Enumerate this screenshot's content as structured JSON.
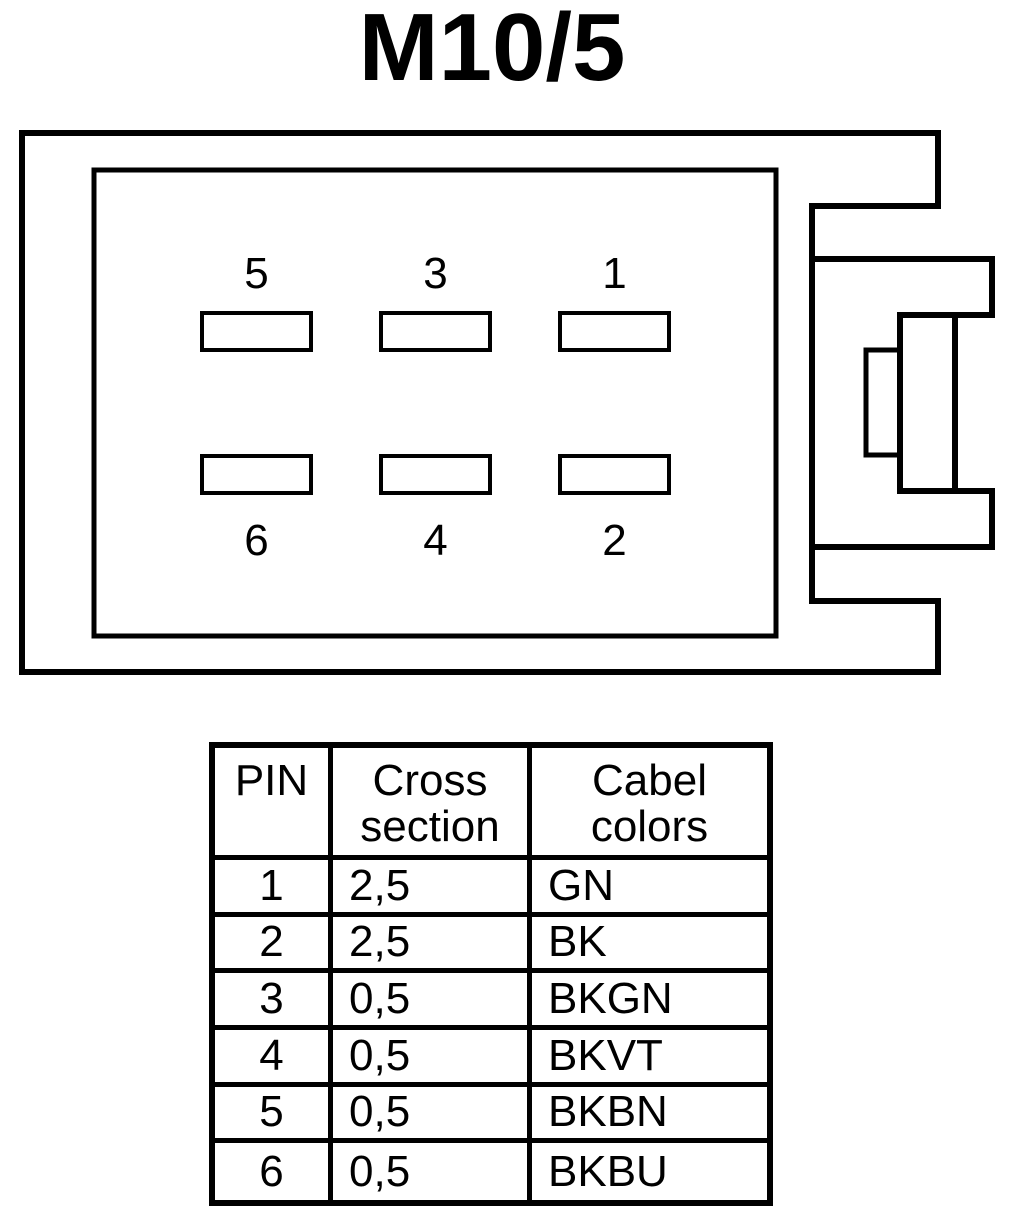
{
  "title": "M10/5",
  "connector": {
    "pins": [
      {
        "label": "5",
        "row": "top",
        "col": 0
      },
      {
        "label": "3",
        "row": "top",
        "col": 1
      },
      {
        "label": "1",
        "row": "top",
        "col": 2
      },
      {
        "label": "6",
        "row": "bottom",
        "col": 0
      },
      {
        "label": "4",
        "row": "bottom",
        "col": 1
      },
      {
        "label": "2",
        "row": "bottom",
        "col": 2
      }
    ]
  },
  "table": {
    "headers": {
      "pin": "PIN",
      "cross_section": [
        "Cross",
        "section"
      ],
      "cable_colors": [
        "Cabel",
        "colors"
      ]
    },
    "rows": [
      {
        "pin": "1",
        "cross_section": "2,5",
        "color": "GN"
      },
      {
        "pin": "2",
        "cross_section": "2,5",
        "color": "BK"
      },
      {
        "pin": "3",
        "cross_section": "0,5",
        "color": "BKGN"
      },
      {
        "pin": "4",
        "cross_section": "0,5",
        "color": "BKVT"
      },
      {
        "pin": "5",
        "cross_section": "0,5",
        "color": "BKBN"
      },
      {
        "pin": "6",
        "cross_section": "0,5",
        "color": "BKBU"
      }
    ]
  },
  "colors": {
    "line": "#000000",
    "background": "#ffffff"
  }
}
